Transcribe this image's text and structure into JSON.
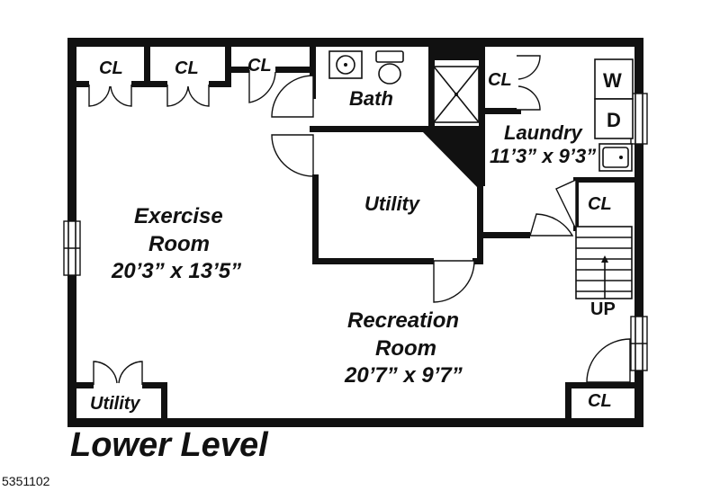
{
  "rooms": {
    "exercise": {
      "name_line1": "Exercise",
      "name_line2": "Room",
      "size": "20’3” x 13’5”"
    },
    "recreation": {
      "name_line1": "Recreation",
      "name_line2": "Room",
      "size": "20’7” x 9’7”"
    },
    "laundry": {
      "name": "Laundry",
      "size": "11’3” x 9’3”"
    },
    "bath": {
      "name": "Bath"
    },
    "utility_center": {
      "name": "Utility"
    },
    "utility_small": {
      "name": "Utility"
    }
  },
  "closets": {
    "cl1": "CL",
    "cl2": "CL",
    "cl3": "CL",
    "cl_laundry": "CL",
    "cl_stair": "CL",
    "cl_bottom": "CL"
  },
  "appliances": {
    "washer": "W",
    "dryer": "D"
  },
  "stairs": {
    "direction": "UP"
  },
  "caption": "Lower Level",
  "listing_number": "5351102"
}
